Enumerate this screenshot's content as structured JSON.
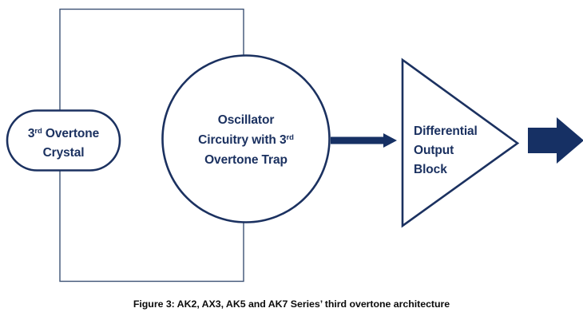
{
  "figure": {
    "caption": "Figure 3: AK2, AX3, AK5 and AK7 Series’ third overtone architecture",
    "colors": {
      "outline": "#1b3160",
      "arrow_fill": "#163064",
      "text": "#1b3160",
      "caption_text": "#0c0c0c",
      "background": "#ffffff",
      "package_boundary": "#3d5375"
    },
    "blocks": {
      "crystal": {
        "shape": "stadium",
        "line1_main": "3",
        "line1_sup": "rd",
        "line1_rest": " Overtone",
        "line2": "Crystal"
      },
      "oscillator": {
        "shape": "circle",
        "line1": "Oscillator",
        "line2_a": "Circuitry with 3",
        "line2_sup": "rd",
        "line3": "Overtone Trap"
      },
      "output": {
        "shape": "triangle",
        "line1": "Differential",
        "line2": "Output",
        "line3": "Block"
      }
    },
    "connectors": {
      "crystal_to_oscillator": "plain-arrow",
      "oscillator_to_output": "plain-arrow",
      "output_to_external": "block-arrow"
    },
    "package_boundary": {
      "label": ""
    }
  }
}
